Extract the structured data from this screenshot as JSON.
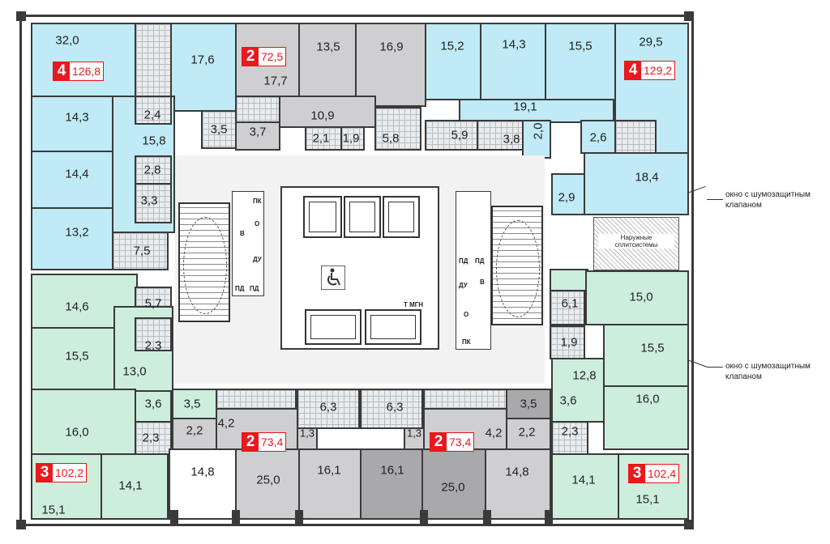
{
  "apartments": [
    {
      "id": "nw",
      "rooms": "4",
      "area": "126,8"
    },
    {
      "id": "n2",
      "rooms": "2",
      "area": "72,5"
    },
    {
      "id": "ne",
      "rooms": "4",
      "area": "129,2"
    },
    {
      "id": "sw",
      "rooms": "3",
      "area": "102,2"
    },
    {
      "id": "s2l",
      "rooms": "2",
      "area": "73,4"
    },
    {
      "id": "s2r",
      "rooms": "2",
      "area": "73,4"
    },
    {
      "id": "se",
      "rooms": "3",
      "area": "102,4"
    }
  ],
  "room_labels": {
    "r1": "32,0",
    "r2": "17,6",
    "r3": "13,5",
    "r4": "16,9",
    "r5": "15,2",
    "r6": "14,3",
    "r7": "15,5",
    "r8": "29,5",
    "r9": "17,7",
    "r10": "10,9",
    "r11": "19,1",
    "r12": "14,3",
    "r13": "2,4",
    "r14": "3,5",
    "r15": "3,7",
    "r16": "2,1",
    "r17": "1,9",
    "r18": "5,8",
    "r19": "5,9",
    "r20": "3,8",
    "r21": "2,0",
    "r22": "2,6",
    "r23": "15,8",
    "r24": "14,4",
    "r25": "2,8",
    "r26": "3,3",
    "r27": "18,4",
    "r28": "2,9",
    "r29": "13,2",
    "r30": "7,5",
    "r31": "14,6",
    "r32": "5,7",
    "r33": "15,0",
    "r34": "6,1",
    "r35": "15,5",
    "r36": "2,3",
    "r37": "13,0",
    "r38": "1,9",
    "r39": "15,5",
    "r40": "12,8",
    "r41": "3,6",
    "r42": "3,5",
    "r43": "6,3",
    "r44": "6,3",
    "r45": "3,5",
    "r46": "3,6",
    "r47": "16,0",
    "r48": "16,0",
    "r49": "4,2",
    "r50": "2,2",
    "r51": "2,3",
    "r52": "1,3",
    "r53": "1,3",
    "r54": "4,2",
    "r55": "2,2",
    "r56": "2,3",
    "r57": "14,8",
    "r58": "25,0",
    "r59": "16,1",
    "r60": "16,1",
    "r61": "25,0",
    "r62": "14,8",
    "r63": "14,1",
    "r64": "14,1",
    "r65": "15,1",
    "r66": "15,1"
  },
  "annotations": {
    "window_note_1": "окно с шумозащитным клапаном",
    "window_note_2": "окно с шумозащитным клапаном",
    "ext_units": "Наружные сплитсистемы"
  },
  "tags": {
    "pk": "ПК",
    "pd": "ПД",
    "du": "ДУ",
    "v": "В",
    "o": "О",
    "gmgn": "Т МГН"
  },
  "colors": {
    "badge": "#e8191f",
    "blue": "#bfeaf6",
    "green": "#cdeedd",
    "gray": "#cfcfd1",
    "dgray": "#a9a9ac"
  }
}
